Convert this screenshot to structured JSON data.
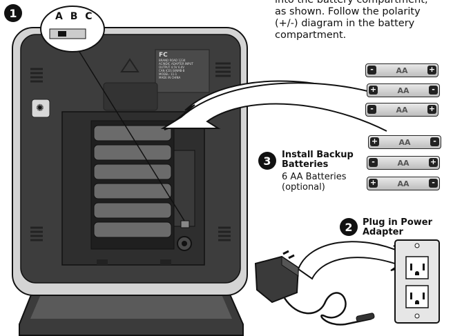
{
  "intro_text": [
    "into the battery compartment,",
    "as shown. Follow the polarity",
    "(+/-) diagram in the battery",
    "compartment."
  ],
  "step1": {
    "number": "1",
    "switch_label": "A B C"
  },
  "step2": {
    "number": "2",
    "title_line1": "Plug in Power",
    "title_line2": "Adapter"
  },
  "step3": {
    "number": "3",
    "title_line1": "Install Backup",
    "title_line2": "Batteries",
    "desc_line1": "6 AA Batteries",
    "desc_line2": "(optional)"
  },
  "batteries": [
    {
      "label": "AA",
      "left_terminal": "-",
      "right_terminal": "+"
    },
    {
      "label": "AA",
      "left_terminal": "+",
      "right_terminal": "-"
    },
    {
      "label": "AA",
      "left_terminal": "-",
      "right_terminal": "+"
    },
    {
      "label": "AA",
      "left_terminal": "+",
      "right_terminal": "-"
    },
    {
      "label": "AA",
      "left_terminal": "-",
      "right_terminal": "+"
    },
    {
      "label": "AA",
      "left_terminal": "+",
      "right_terminal": "-"
    }
  ],
  "device_label": {
    "logo": "FC",
    "lines": [
      "BRAND ROAD 1234",
      "ACINDIC ADAPTER INPUT",
      "OUTPUT 4.5V 6.0V",
      "CAN ICES B/NMB-B",
      "MODEL: 11-1",
      "MADE IN CHINA"
    ]
  },
  "colors": {
    "ink": "#111111",
    "device_body": "#3a3a3a",
    "device_frame": "#d0d0d0",
    "wall_plate": "#e6e6e6"
  }
}
